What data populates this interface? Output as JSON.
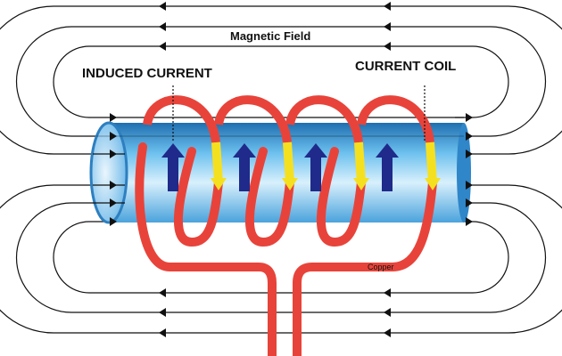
{
  "labels": {
    "magnetic_field": "Magnetic Field",
    "induced_current": "INDUCED CURRENT",
    "current_coil": "CURRENT COIL",
    "copper": "Copper"
  },
  "colors": {
    "coil": "#e8433a",
    "tube": "#3a9ad9",
    "current_arrow": "#1f2a8a",
    "coil_current": "#f5e020",
    "field_line": "#111111"
  }
}
